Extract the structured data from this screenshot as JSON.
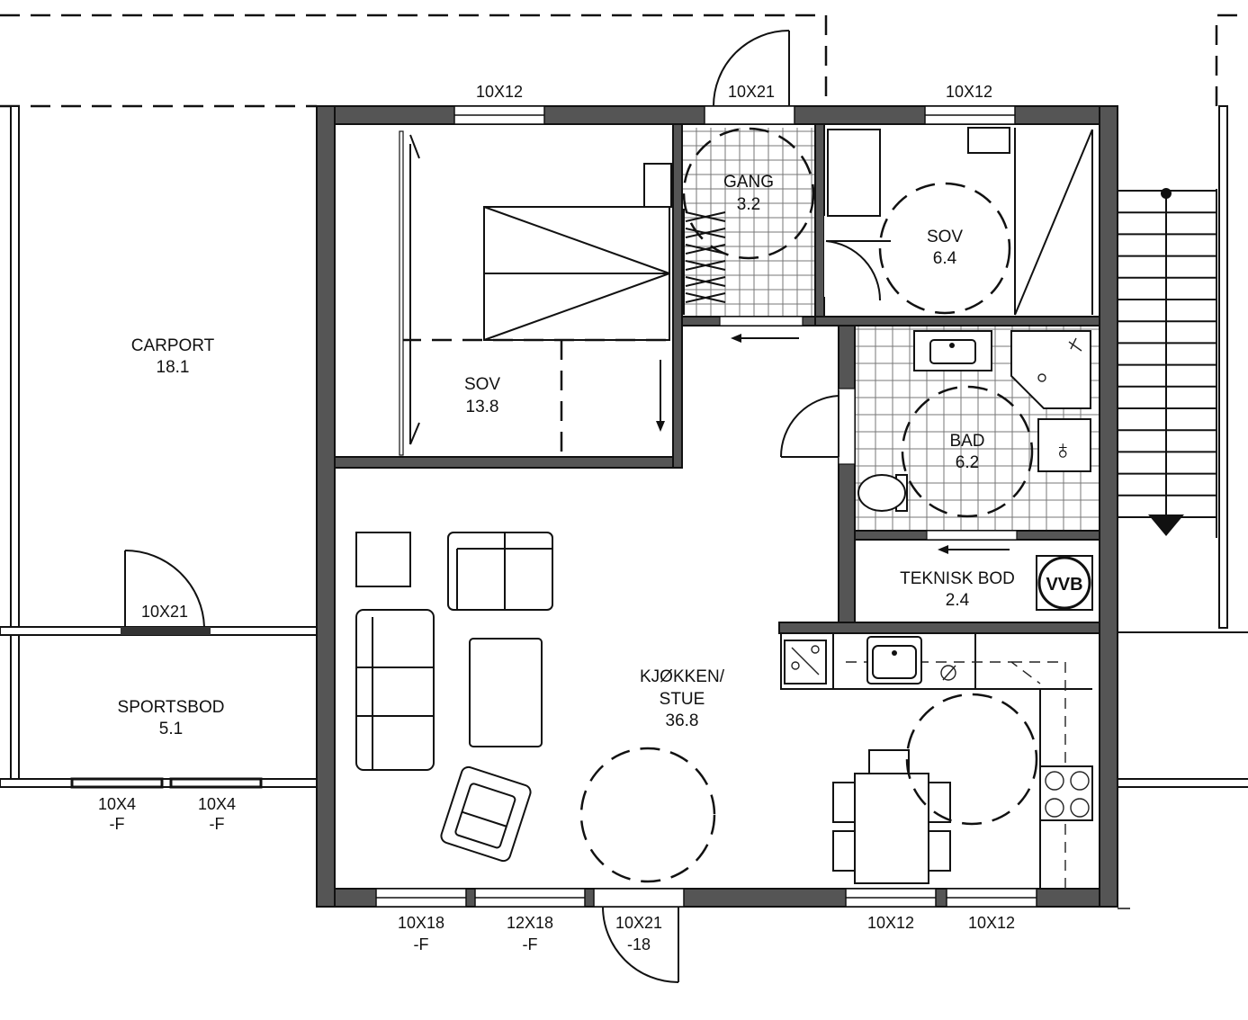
{
  "rooms": {
    "carport": {
      "name": "CARPORT",
      "area": "18.1"
    },
    "sportsbod": {
      "name": "SPORTSBOD",
      "area": "5.1"
    },
    "sov_main": {
      "name": "SOV",
      "area": "13.8"
    },
    "gang": {
      "name": "GANG",
      "area": "3.2"
    },
    "sov_small": {
      "name": "SOV",
      "area": "6.4"
    },
    "bad": {
      "name": "BAD",
      "area": "6.2"
    },
    "teknisk_bod": {
      "name": "TEKNISK BOD",
      "area": "2.4"
    },
    "kjokken_stue": {
      "line1": "KJØKKEN/",
      "line2": "STUE",
      "area": "36.8"
    }
  },
  "openings": {
    "top_window_left": "10X12",
    "top_door": "10X21",
    "top_window_right": "10X12",
    "carport_door": "10X21",
    "sportsbod_left": {
      "line1": "10X4",
      "line2": "-F"
    },
    "sportsbod_right": {
      "line1": "10X4",
      "line2": "-F"
    },
    "bottom_1": {
      "line1": "10X18",
      "line2": "-F"
    },
    "bottom_2": {
      "line1": "12X18",
      "line2": "-F"
    },
    "bottom_door": {
      "line1": "10X21",
      "line2": "-18"
    },
    "bottom_window_4": "10X12",
    "bottom_window_5": "10X12"
  },
  "symbols": {
    "vvb": "VVB"
  }
}
